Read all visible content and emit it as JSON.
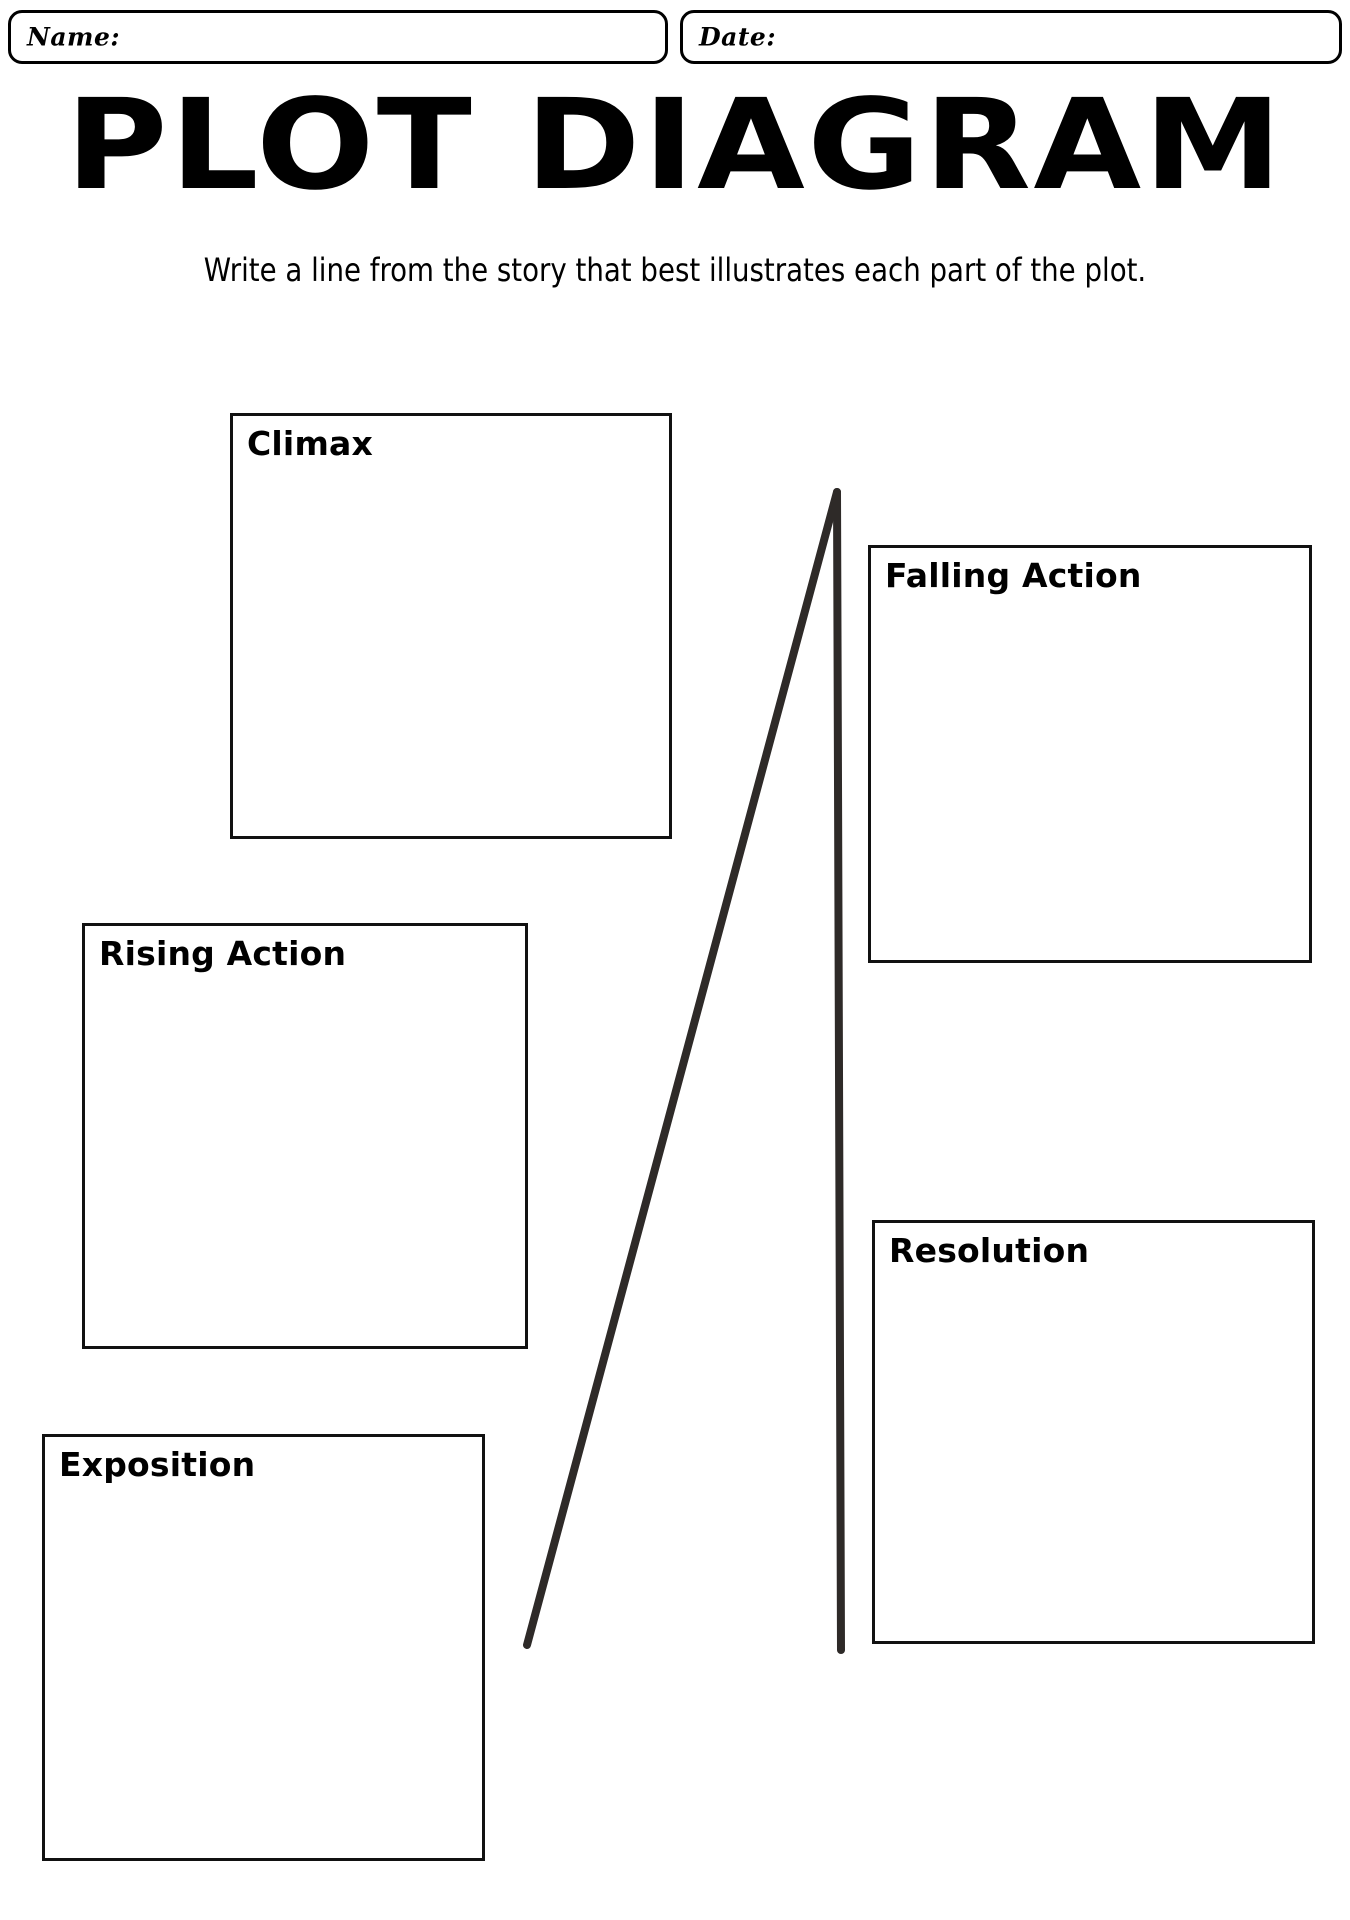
{
  "worksheet": {
    "title": "PLOT DIAGRAM",
    "instructions": "Write a line from the story that best illustrates each part of the plot.",
    "header_fields": [
      {
        "id": "name",
        "label": "Name:",
        "value": ""
      },
      {
        "id": "date",
        "label": "Date:",
        "value": ""
      }
    ],
    "boxes": [
      {
        "id": "climax",
        "label": "Climax",
        "value": ""
      },
      {
        "id": "rising",
        "label": "Rising Action",
        "value": ""
      },
      {
        "id": "exposition",
        "label": "Exposition",
        "value": ""
      },
      {
        "id": "falling",
        "label": "Falling Action",
        "value": ""
      },
      {
        "id": "resolution",
        "label": "Resolution",
        "value": ""
      }
    ]
  },
  "chart_data": {
    "type": "line",
    "title": "PLOT DIAGRAM",
    "xlabel": "",
    "ylabel": "",
    "grid": false,
    "legend": "none",
    "annotations": [
      "Exposition",
      "Rising Action",
      "Climax",
      "Falling Action",
      "Resolution"
    ],
    "series": [
      {
        "name": "plot-arc",
        "points": [
          {
            "x": 527,
            "y": 1645,
            "stage": "Exposition"
          },
          {
            "x": 837,
            "y": 492,
            "stage": "Climax"
          },
          {
            "x": 841,
            "y": 1650,
            "stage": "Resolution"
          }
        ]
      }
    ]
  },
  "colors": {
    "ink": "#000000",
    "line": "#2e2a28",
    "paper": "#ffffff"
  }
}
